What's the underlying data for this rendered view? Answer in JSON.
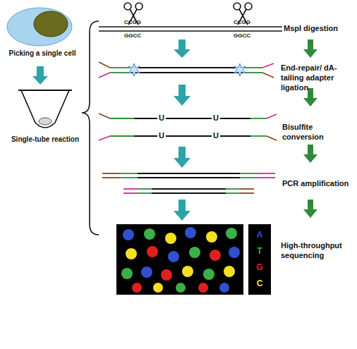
{
  "diagram": {
    "nodes": [
      {
        "text": [
          "Picking a single cell"
        ]
      },
      {
        "text": [
          "Single-tube reaction"
        ]
      },
      {
        "text": [
          "A",
          "T",
          "G",
          "C"
        ]
      }
    ],
    "edges": [
      {
        "from": 0,
        "to": 1,
        "arrow": "to"
      }
    ],
    "labels": [
      "CCGG",
      "GGCC",
      "CCGG",
      "GGCC",
      "MspI digestion",
      "End-repair/ dA-tailing adapter ligation",
      "U",
      "U",
      "U",
      "U",
      "Bisulfite conversion",
      "PCR amplification",
      "High-throughput sequencing"
    ]
  }
}
